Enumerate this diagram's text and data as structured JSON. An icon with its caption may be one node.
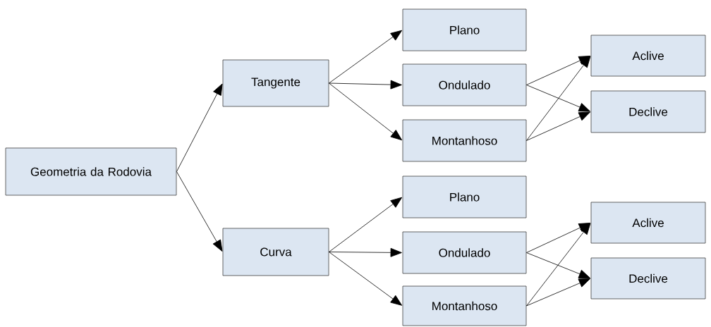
{
  "diagram": {
    "nodes": [
      {
        "text": [
          "Geometria da Rodovia"
        ]
      },
      {
        "text": [
          "Tangente"
        ]
      },
      {
        "text": [
          "Curva"
        ]
      },
      {
        "text": [
          "Plano"
        ]
      },
      {
        "text": [
          "Ondulado"
        ]
      },
      {
        "text": [
          "Montanhoso"
        ]
      },
      {
        "text": [
          "Aclive"
        ]
      },
      {
        "text": [
          "Declive"
        ]
      },
      {
        "text": [
          "Plano"
        ]
      },
      {
        "text": [
          "Ondulado"
        ]
      },
      {
        "text": [
          "Montanhoso"
        ]
      },
      {
        "text": [
          "Aclive"
        ]
      },
      {
        "text": [
          "Declive"
        ]
      }
    ],
    "edges": [
      {
        "from": 0,
        "to": 1,
        "arrow": "to"
      },
      {
        "from": 0,
        "to": 2,
        "arrow": "to"
      },
      {
        "from": 1,
        "to": 3,
        "arrow": "to"
      },
      {
        "from": 1,
        "to": 4,
        "arrow": "to"
      },
      {
        "from": 1,
        "to": 5,
        "arrow": "to"
      },
      {
        "from": 4,
        "to": 6,
        "arrow": "to"
      },
      {
        "from": 4,
        "to": 7,
        "arrow": "to"
      },
      {
        "from": 5,
        "to": 6,
        "arrow": "to"
      },
      {
        "from": 5,
        "to": 7,
        "arrow": "to"
      },
      {
        "from": 2,
        "to": 8,
        "arrow": "to"
      },
      {
        "from": 2,
        "to": 9,
        "arrow": "to"
      },
      {
        "from": 2,
        "to": 10,
        "arrow": "to"
      },
      {
        "from": 9,
        "to": 11,
        "arrow": "to"
      },
      {
        "from": 9,
        "to": 12,
        "arrow": "to"
      },
      {
        "from": 10,
        "to": 11,
        "arrow": "to"
      },
      {
        "from": 10,
        "to": 12,
        "arrow": "to"
      }
    ]
  }
}
